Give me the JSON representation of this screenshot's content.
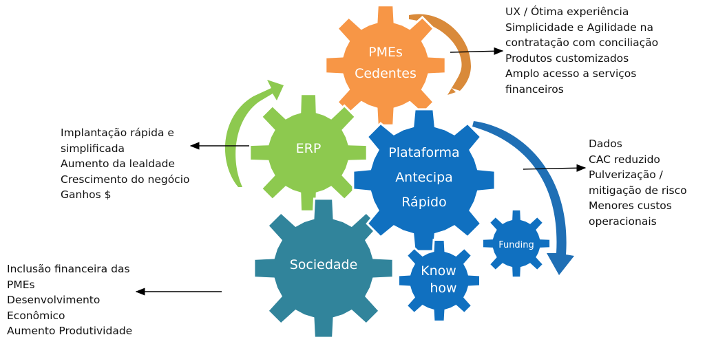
{
  "gears": {
    "pmes": {
      "line1": "PMEs",
      "line2": "Cedentes",
      "color": "#F79646"
    },
    "erp": {
      "label": "ERP",
      "color": "#8DC94F"
    },
    "plataforma": {
      "line1": "Plataforma",
      "line2": "Antecipa",
      "line3": "Rápido",
      "color": "#1070C0"
    },
    "sociedade": {
      "label": "Sociedade",
      "color": "#31849B"
    },
    "funding": {
      "label": "Funding",
      "color": "#1070C0"
    },
    "knowhow": {
      "line1": "Know",
      "line2": "how",
      "color": "#1070C0"
    }
  },
  "notes": {
    "pmes": [
      "UX / Ótima experiência",
      "Simplicidade e Agilidade na\ncontratação com conciliação",
      "Produtos customizados",
      "Amplo acesso a serviços\nfinanceiros"
    ],
    "erp": [
      "Implantação rápida e\nsimplificada",
      "Aumento da lealdade",
      "Crescimento do negócio",
      "Ganhos $"
    ],
    "plataforma": [
      "Dados",
      "CAC reduzido",
      "Pulverização /\nmitigação de risco",
      "Menores custos\noperacionais"
    ],
    "sociedade": [
      "Inclusão financeira das\nPMEs",
      "Desenvolvimento\nEconômico",
      "Aumento Produtividade"
    ]
  },
  "colors": {
    "orange_arrow": "#D98A3A",
    "green_arrow": "#8DC94F",
    "blue_arrow": "#1F6FB5",
    "pointer": "#000000"
  }
}
